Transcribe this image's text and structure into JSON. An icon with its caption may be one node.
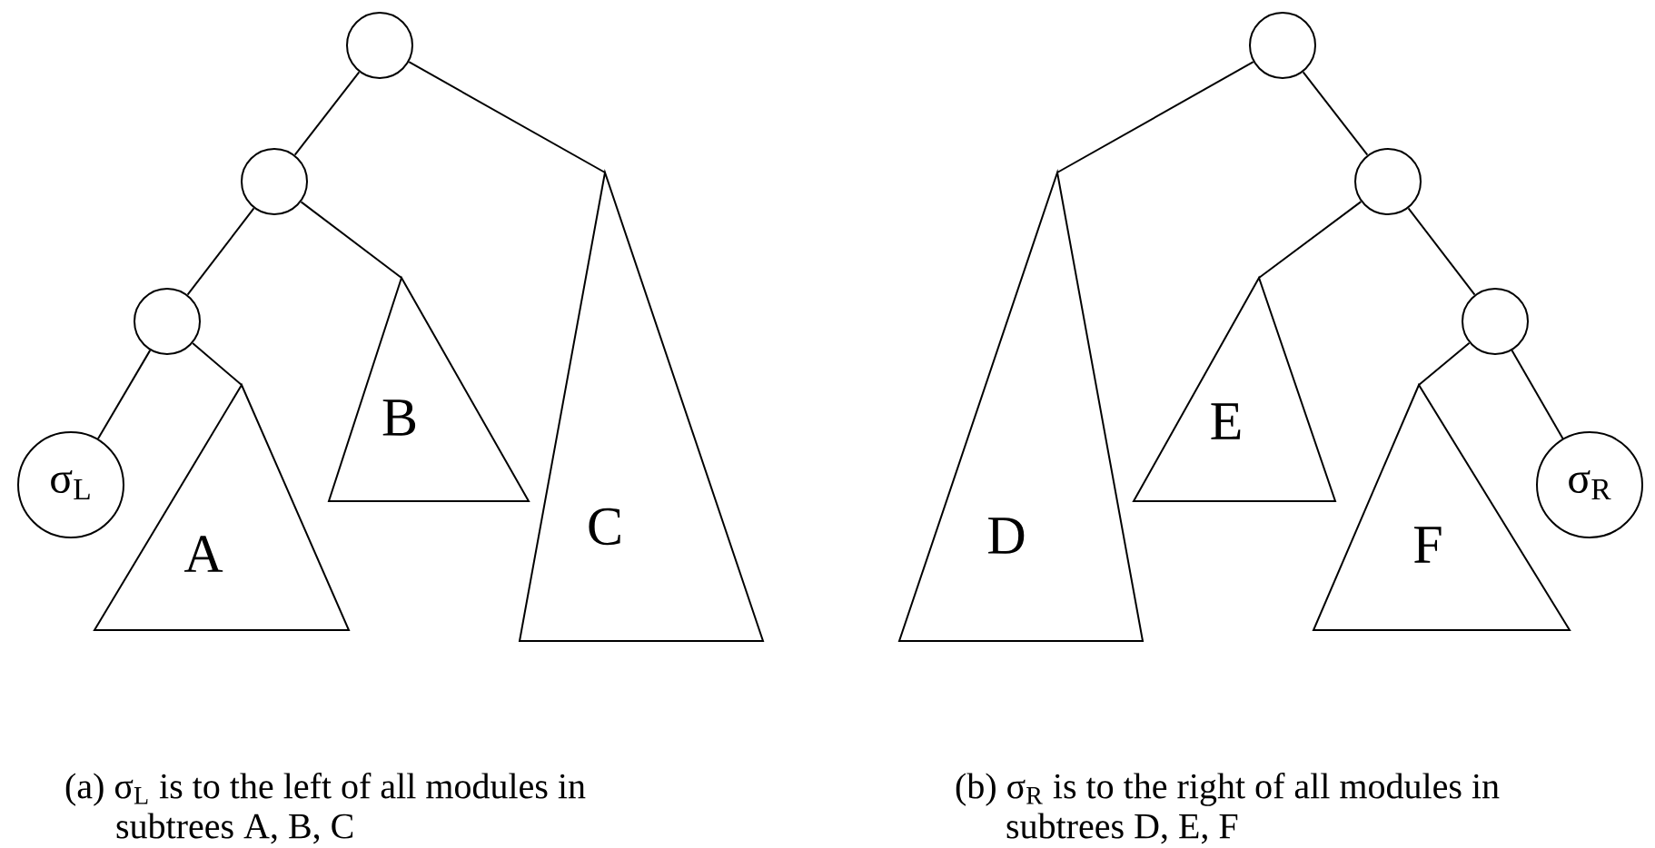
{
  "diagram": {
    "nodes": [
      {
        "text": [],
        "shape": "circle"
      },
      {
        "text": [],
        "shape": "circle"
      },
      {
        "text": [],
        "shape": "circle"
      },
      {
        "text": [
          "σ$_{L}$"
        ]
      },
      {
        "text": [
          "A"
        ]
      },
      {
        "text": [
          "B"
        ]
      },
      {
        "text": [
          "C"
        ]
      },
      {
        "text": [],
        "shape": "circle"
      },
      {
        "text": [],
        "shape": "circle"
      },
      {
        "text": [],
        "shape": "circle"
      },
      {
        "text": [
          "D"
        ]
      },
      {
        "text": [
          "E"
        ]
      },
      {
        "text": [
          "F"
        ]
      },
      {
        "text": [
          "σ$_{R}$"
        ]
      }
    ],
    "edges": [
      {
        "from": 0,
        "to": 1,
        "arrow": "none"
      },
      {
        "from": 0,
        "to": 6,
        "arrow": "none"
      },
      {
        "from": 1,
        "to": 2,
        "arrow": "none"
      },
      {
        "from": 1,
        "to": 5,
        "arrow": "none"
      },
      {
        "from": 2,
        "to": 3,
        "arrow": "none"
      },
      {
        "from": 2,
        "to": 4,
        "arrow": "none"
      },
      {
        "from": 7,
        "to": 10,
        "arrow": "none"
      },
      {
        "from": 7,
        "to": 8,
        "arrow": "none"
      },
      {
        "from": 8,
        "to": 11,
        "arrow": "none"
      },
      {
        "from": 8,
        "to": 9,
        "arrow": "none"
      },
      {
        "from": 9,
        "to": 12,
        "arrow": "none"
      },
      {
        "from": 9,
        "to": 13,
        "arrow": "none"
      }
    ],
    "labels": [
      "(a) σ$_{L}$ is to the left of all modules in subtrees A, B, C",
      "(b) σ$_{R}$ is to the right of all modules in subtrees D, E, F"
    ]
  }
}
